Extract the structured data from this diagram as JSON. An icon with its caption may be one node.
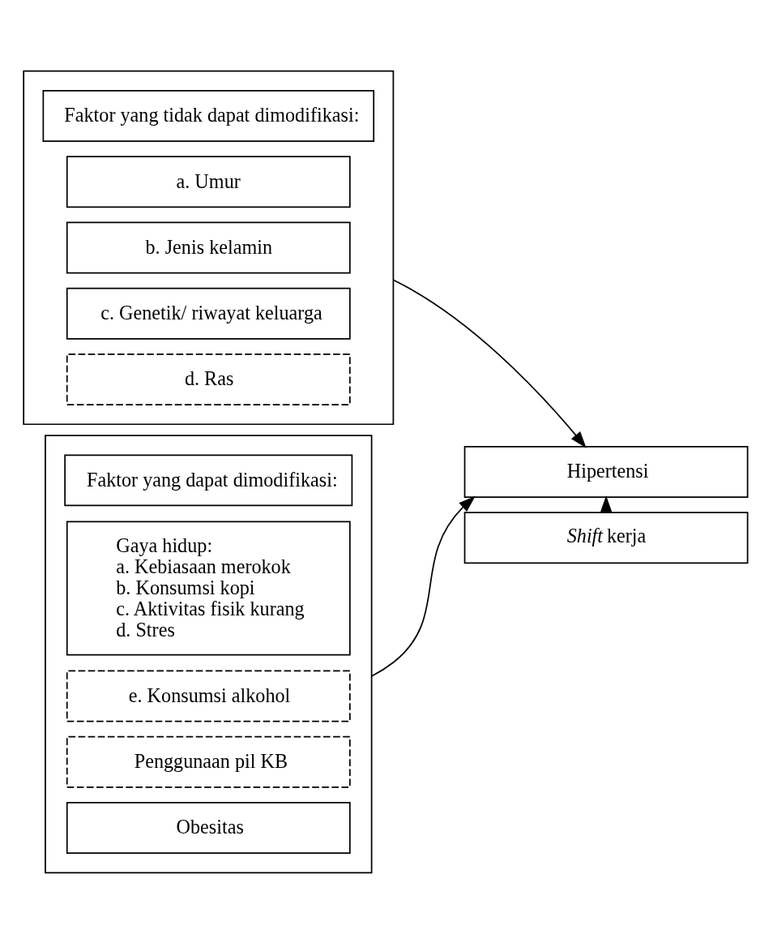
{
  "diagram": {
    "nodes": [
      {
        "text": [],
        "shape": "box"
      },
      {
        "text": [
          "Faktor yang tidak dapat dimodifikasi:"
        ],
        "in": 0
      },
      {
        "text": [
          "a. Umur"
        ],
        "in": 0
      },
      {
        "text": [
          "b. Jenis kelamin"
        ],
        "in": 0
      },
      {
        "text": [
          "c. Genetik/ riwayat keluarga"
        ],
        "in": 0
      },
      {
        "text": [
          "d. Ras"
        ],
        "in": 0
      },
      {
        "text": [
          "*Shift* kerja"
        ]
      },
      {
        "text": [],
        "shape": "box"
      },
      {
        "text": [
          "Faktor yang dapat dimodifikasi:"
        ],
        "in": 7
      },
      {
        "text": [
          "Gaya hidup:",
          "a. Kebiasaan merokok",
          "b. Konsumsi kopi",
          "c. Aktivitas fisik kurang",
          "d. Stres"
        ],
        "in": 7
      },
      {
        "text": [
          "e. Konsumsi alkohol"
        ],
        "in": 7
      },
      {
        "text": [
          "Penggunaan pil KB"
        ],
        "in": 7
      },
      {
        "text": [
          "Obesitas"
        ],
        "in": 7
      },
      {
        "text": [
          "Hipertensi"
        ]
      }
    ],
    "edges": [
      {
        "from": 0,
        "to": 13,
        "arrow": "to"
      },
      {
        "from": 7,
        "to": 13,
        "arrow": "to"
      },
      {
        "from": 6,
        "to": 13,
        "arrow": "to"
      }
    ]
  }
}
